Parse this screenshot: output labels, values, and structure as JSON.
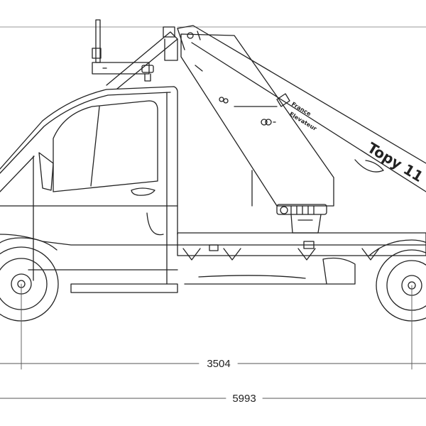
{
  "dimensions": {
    "wheelbase": "3504",
    "overall_length": "5993"
  },
  "boom_labels": {
    "brand": "Topy 11",
    "maker_line1": "France",
    "maker_line2": "Elevateur"
  },
  "colors": {
    "line": "#222222",
    "dimension_line": "#555555",
    "background": "#ffffff"
  }
}
